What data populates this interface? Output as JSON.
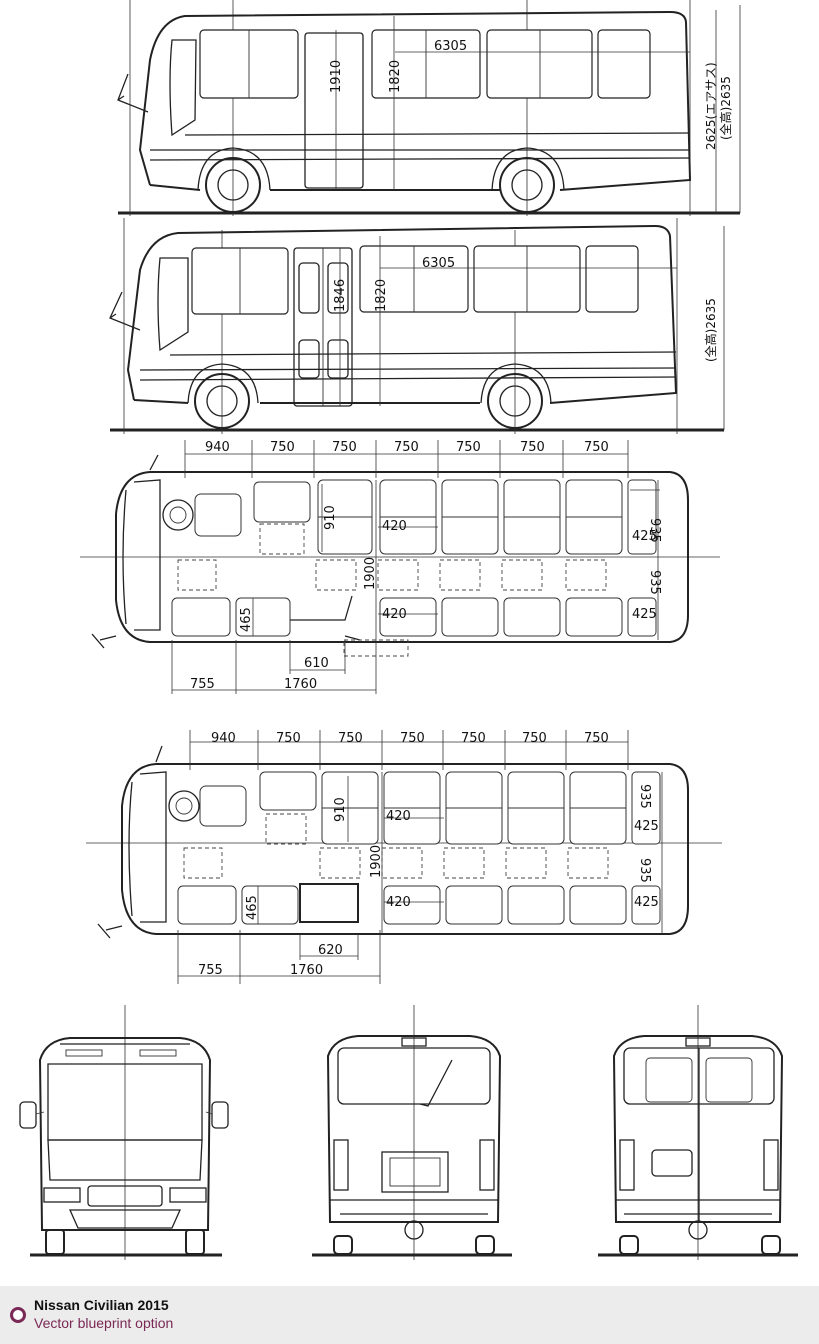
{
  "footer": {
    "title": "Nissan Civilian 2015",
    "subtitle": "Vector blueprint option"
  },
  "side_top": {
    "length_label": "6305",
    "height_door": "1910",
    "height_window": "1820",
    "height_air": "2625(エアサス)",
    "height_total": "(全高)2635"
  },
  "side_mid": {
    "length_label": "6305",
    "height_door": "1846",
    "height_window": "1820",
    "height_total": "(全高)2635"
  },
  "plan_top": {
    "pitches": [
      "940",
      "750",
      "750",
      "750",
      "750",
      "750",
      "750"
    ],
    "row_width": "910",
    "aisle": "420",
    "aisle2": "420",
    "width_center": "1900",
    "side_935a": "935",
    "side_425a": "425",
    "side_935b": "935",
    "side_425b": "425",
    "seat_465": "465",
    "door_610": "610",
    "front_755": "755",
    "front_1760": "1760"
  },
  "plan_bottom": {
    "pitches": [
      "940",
      "750",
      "750",
      "750",
      "750",
      "750",
      "750"
    ],
    "row_width": "910",
    "aisle": "420",
    "aisle2": "420",
    "width_center": "1900",
    "side_935a": "935",
    "side_425a": "425",
    "side_935b": "935",
    "side_425b": "425",
    "seat_465": "465",
    "door_620": "620",
    "front_755": "755",
    "front_1760": "1760"
  }
}
